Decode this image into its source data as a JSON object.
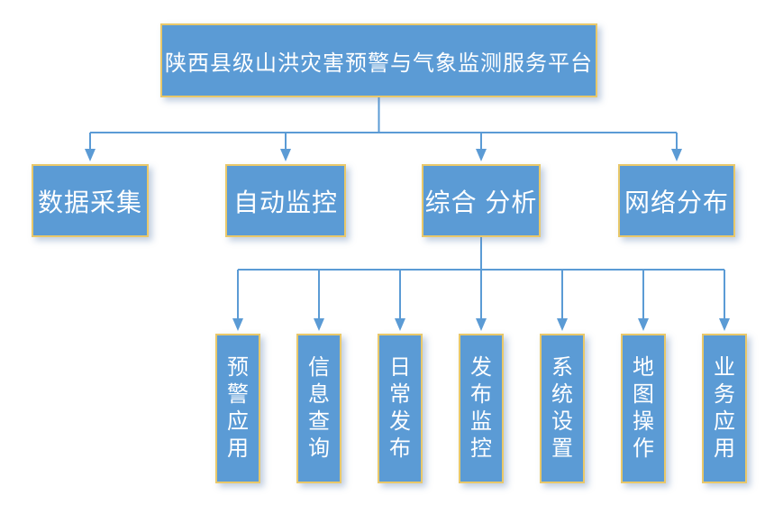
{
  "diagram": {
    "type": "org-chart",
    "root": {
      "label": "陕西县级山洪灾害预警与气象监测服务平台",
      "children": [
        {
          "label": "数据采集",
          "children": []
        },
        {
          "label": "自动监控",
          "children": []
        },
        {
          "label": "综合 分析",
          "children": [
            {
              "label": "预警应用"
            },
            {
              "label": "信息查询"
            },
            {
              "label": "日常发布"
            },
            {
              "label": "发布监控"
            },
            {
              "label": "系统设置"
            },
            {
              "label": "地图操作"
            },
            {
              "label": "业务应用"
            }
          ]
        },
        {
          "label": "网络分布",
          "children": []
        }
      ]
    },
    "colors": {
      "box_fill": "#5B9BD5",
      "box_border": "#E9C86A",
      "connector": "#5B9BD5",
      "text": "#FFFFFF",
      "background": "#FFFFFF"
    }
  }
}
